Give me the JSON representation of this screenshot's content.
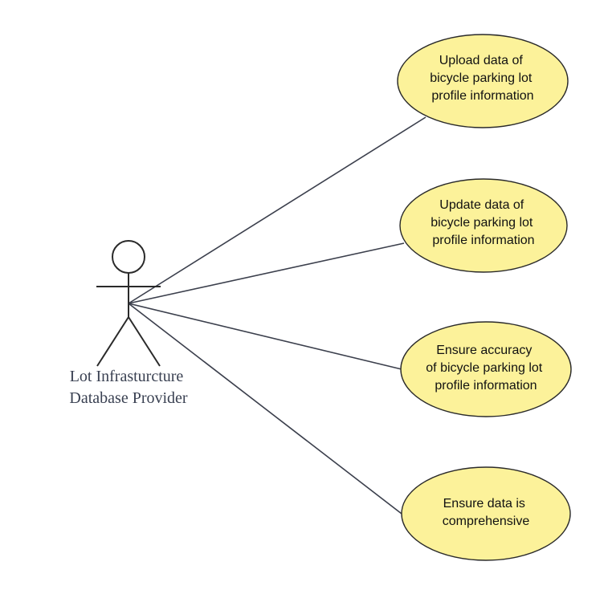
{
  "actor": {
    "name_lines": [
      "Lot Infrasturcture",
      "Database Provider"
    ]
  },
  "use_cases": [
    {
      "lines": [
        "Upload data of",
        "bicycle parking lot",
        "profile information"
      ]
    },
    {
      "lines": [
        "Update data of",
        "bicycle parking lot",
        "profile information"
      ]
    },
    {
      "lines": [
        "Ensure accuracy",
        "of bicycle parking lot",
        "profile information"
      ]
    },
    {
      "lines": [
        "Ensure data is",
        "comprehensive"
      ]
    }
  ],
  "colors": {
    "usecase_fill": "#fcf29a",
    "line": "#3b3f4c",
    "actor_text": "#3a4152"
  }
}
